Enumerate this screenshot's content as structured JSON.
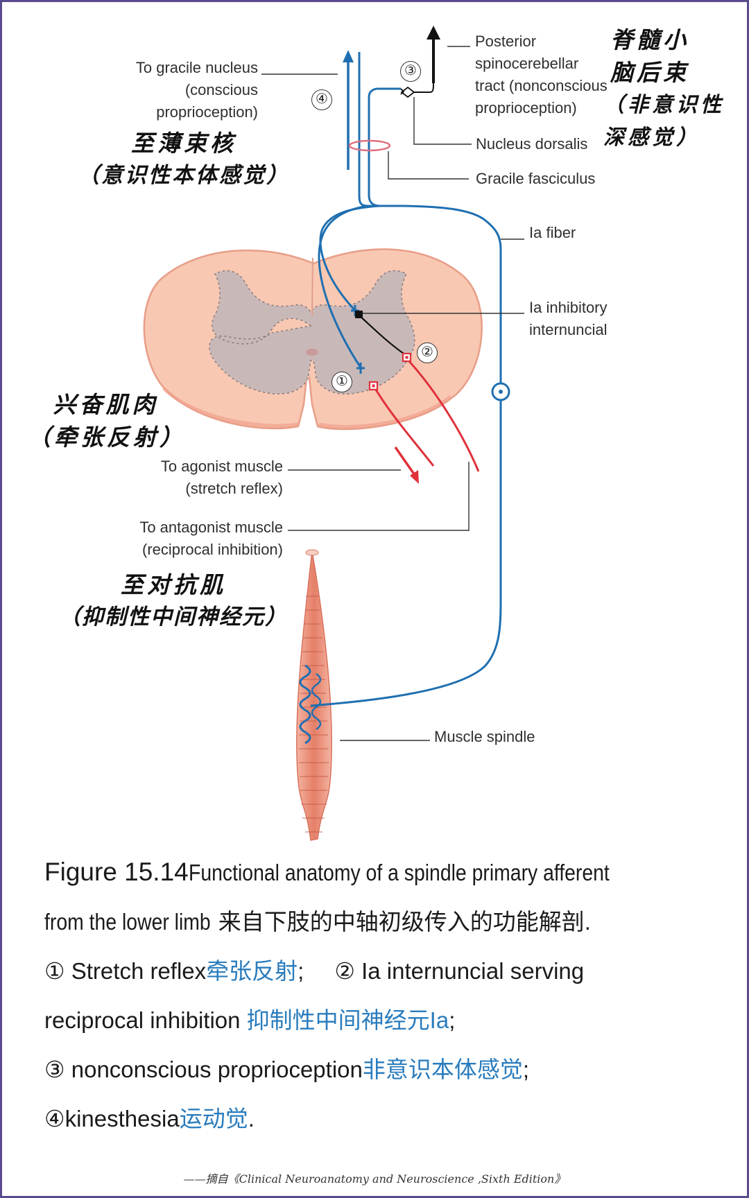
{
  "labels": {
    "gracile_nucleus": [
      "To gracile nucleus",
      "(conscious",
      "proprioception)"
    ],
    "posterior_tract": [
      "Posterior",
      "spinocerebellar",
      "tract (nonconscious",
      "proprioception)"
    ],
    "nucleus_dorsalis": "Nucleus dorsalis",
    "gracile_fasciculus": "Gracile fasciculus",
    "ia_fiber": "Ia fiber",
    "ia_inhibitory": [
      "Ia inhibitory",
      "internuncial"
    ],
    "agonist": [
      "To agonist muscle",
      "(stretch reflex)"
    ],
    "antagonist": [
      "To antagonist muscle",
      "(reciprocal inhibition)"
    ],
    "muscle_spindle": "Muscle spindle"
  },
  "markers": [
    "①",
    "②",
    "③",
    "④"
  ],
  "handwritten": {
    "spinocerebellar_zh": [
      "脊髓小",
      "脑后束",
      "（非意识性",
      "深感觉）"
    ],
    "gracile_zh": [
      "至薄束核",
      "（意识性本体感觉）"
    ],
    "agonist_zh": [
      "兴奋肌肉",
      "（牵张反射）"
    ],
    "antagonist_zh": [
      "至对抗肌",
      "（抑制性中间神经元）"
    ]
  },
  "caption": {
    "fig_label": "Figure 15.14",
    "line1_rest": " Functional anatomy of a spindle primary afferent",
    "line2_en": "from the lower limb",
    "line2_zh": "来自下肢的中轴初级传入的功能解剖",
    "line2_end": ".",
    "item1_en": "① Stretch reflex",
    "item1_zh": "牵张反射",
    "item1_end": ";",
    "item2_en": "② Ia internuncial serving",
    "item2_cont": "reciprocal inhibition ",
    "item2_zh": "抑制性中间神经元Ia",
    "item2_end": ";",
    "item3_en": "③ nonconscious proprioception",
    "item3_zh": "非意识本体感觉",
    "item3_end": ";",
    "item4_en": "④kinesthesia",
    "item4_zh": "运动觉",
    "item4_end": "."
  },
  "source": "——摘自《Clinical Neuroanatomy and Neuroscience ,Sixth Edition》",
  "colors": {
    "nerve_blue": "#1f6fb0",
    "motor_red": "#e0303a",
    "cord_outer": "#f7c3ad",
    "grey_matter": "#c7b6b6",
    "spindle_red": "#e8917c",
    "caption_blue": "#2a7cbd",
    "frame": "#5b4a8c"
  }
}
